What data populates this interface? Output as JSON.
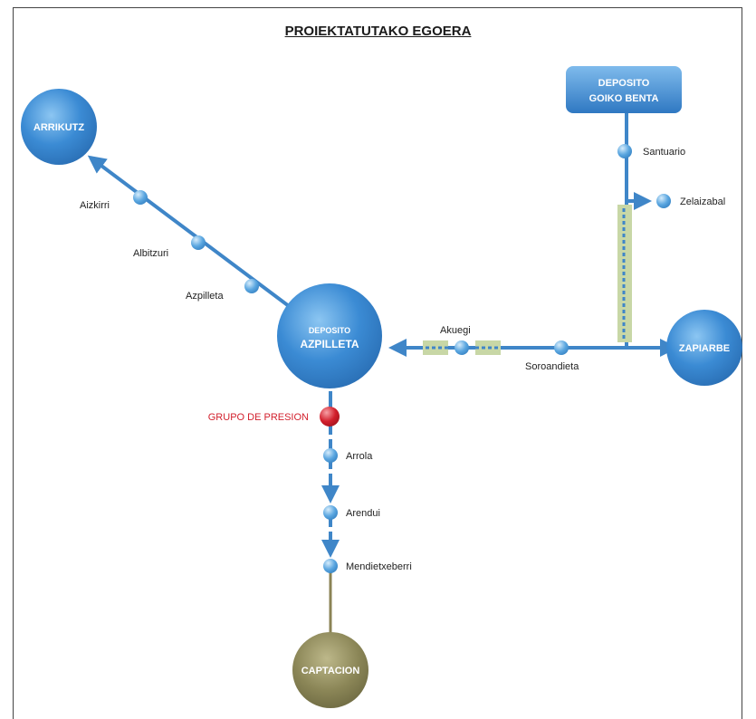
{
  "title": "PROIEKTATUTAKO EGOERA",
  "colors": {
    "pipe": "#3f86c8",
    "node": "#5aa6e0",
    "tank": "#3b8bd4",
    "pressure_group": "#d21f2c",
    "pressure_label": "#d21f2c",
    "captacion": "#8b8657",
    "captacion_pipe": "#8b8355",
    "dashed_section": "#c8d7a6"
  },
  "tanks": {
    "arrikutz": "ARRIKUTZ",
    "azpilleta_top": "DEPOSITO",
    "azpilleta_bottom": "AZPILLETA",
    "goiko_top": "DEPOSITO",
    "goiko_bottom": "GOIKO BENTA",
    "zapiarbe": "ZAPIARBE",
    "captacion": "CAPTACION"
  },
  "nodes": {
    "aizkirri": "Aizkirri",
    "albitzuri": "Albitzuri",
    "azpilleta": "Azpilleta",
    "akuegi": "Akuegi",
    "soroandieta": "Soroandieta",
    "santuario": "Santuario",
    "zelaizabal": "Zelaizabal",
    "arrola": "Arrola",
    "arendui": "Arendui",
    "mendietxeberri": "Mendietxeberri"
  },
  "pressure_group": "GRUPO DE PRESION"
}
